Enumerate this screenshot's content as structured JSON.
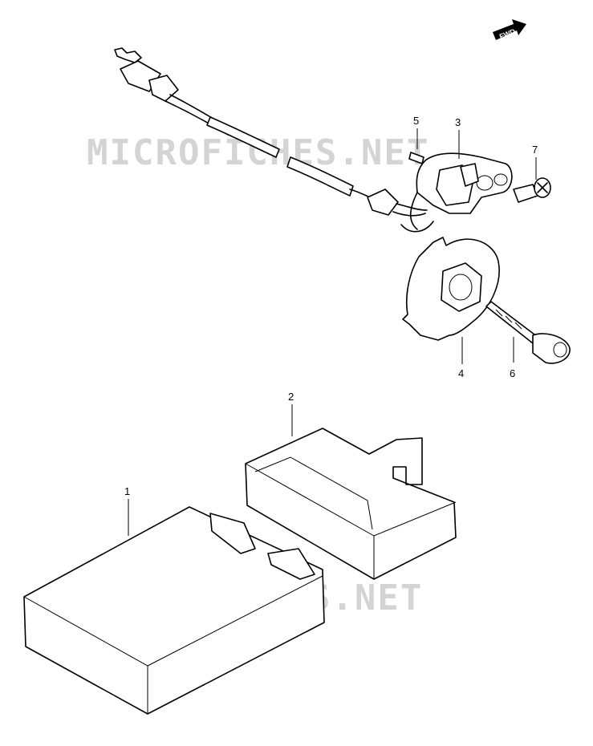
{
  "watermark": {
    "text_top": "MICROFICHES.NET",
    "text_bottom": "MICROFICHES.NET"
  },
  "direction_indicator": {
    "text": "FWD"
  },
  "callouts": {
    "p1": "1",
    "p2": "2",
    "p3": "3",
    "p4": "4",
    "p5": "5",
    "p6": "6",
    "p7": "7"
  }
}
